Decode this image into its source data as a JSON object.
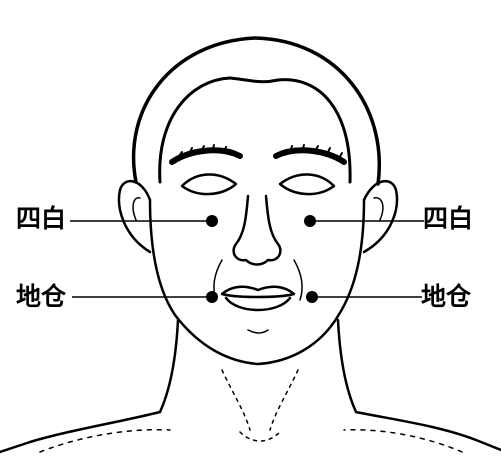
{
  "labels": {
    "sibai_left": "四白",
    "sibai_right": "四白",
    "dicang_left": "地仓",
    "dicang_right": "地仓"
  },
  "colors": {
    "ink": "#000000",
    "background": "#ffffff"
  },
  "icons": {
    "acupoint_marker": "filled-circle"
  }
}
